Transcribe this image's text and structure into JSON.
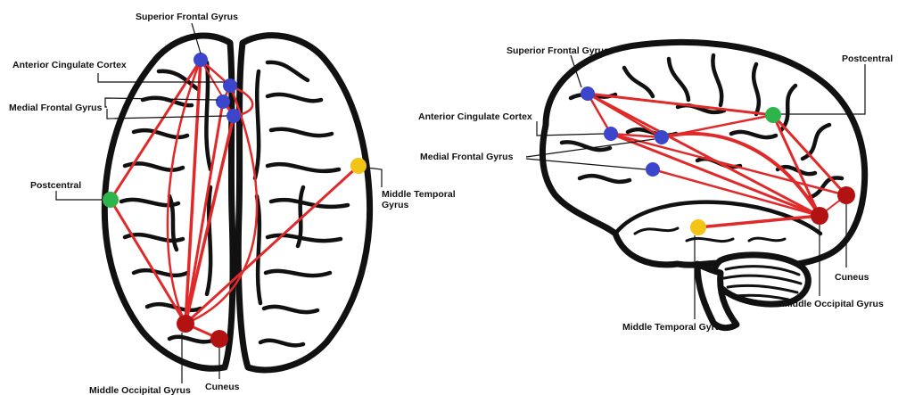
{
  "colors": {
    "connection": "#e02a2a",
    "frontal_node": "#3b46cc",
    "postcentral_node": "#2db54b",
    "temporal_node": "#f3c316",
    "occipital_node": "#b31212",
    "outline": "#111111"
  },
  "top_view": {
    "labels": {
      "superior_frontal": "Superior Frontal Gyrus",
      "anterior_cingulate": "Anterior Cingulate Cortex",
      "medial_frontal": "Medial Frontal Gyrus",
      "postcentral": "Postcentral",
      "middle_temporal_1": "Middle Temporal",
      "middle_temporal_2": "Gyrus",
      "middle_occipital": "Middle Occipital Gyrus",
      "cuneus": "Cuneus"
    }
  },
  "side_view": {
    "labels": {
      "superior_frontal": "Superior Frontal Gyrus",
      "postcentral": "Postcentral",
      "anterior_cingulate": "Anterior Cingulate Cortex",
      "medial_frontal": "Medial Frontal Gyrus",
      "cuneus": "Cuneus",
      "middle_occipital": "Middle Occipital Gyrus",
      "middle_temporal": "Middle Temporal Gyrus"
    }
  }
}
